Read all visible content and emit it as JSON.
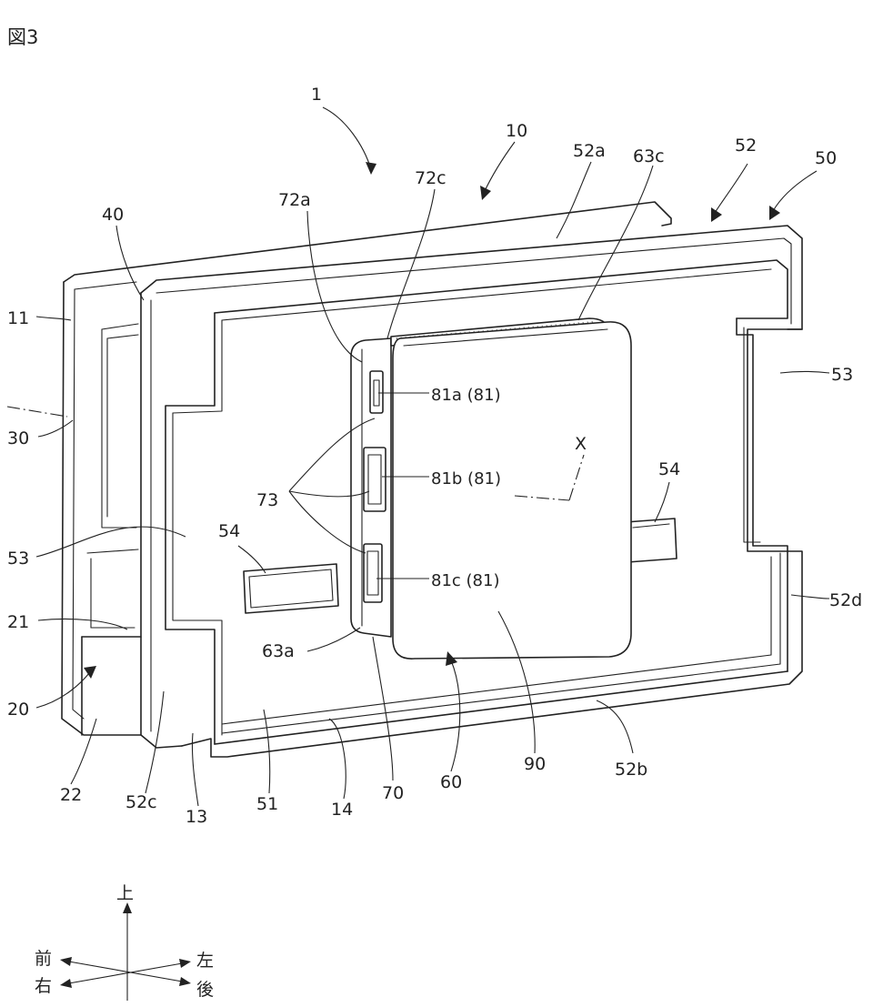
{
  "figure": {
    "title": "図3"
  },
  "labels": {
    "l1": "1",
    "l10": "10",
    "l11": "11",
    "l13": "13",
    "l14": "14",
    "l20": "20",
    "l21": "21",
    "l22": "22",
    "l30": "30",
    "l40": "40",
    "l50": "50",
    "l51": "51",
    "l52": "52",
    "l52a": "52a",
    "l52b": "52b",
    "l52c": "52c",
    "l52d": "52d",
    "l53_left": "53",
    "l53_right": "53",
    "l54_left": "54",
    "l54_right": "54",
    "l60": "60",
    "l63a": "63a",
    "l63c": "63c",
    "l70": "70",
    "l72a": "72a",
    "l72c": "72c",
    "l73": "73",
    "l81a": "81a (81)",
    "l81b": "81b (81)",
    "l81c": "81c (81)",
    "l90": "90",
    "lX": "X"
  },
  "directions": {
    "up": "上",
    "front": "前",
    "right": "右",
    "left": "左",
    "rear": "後"
  }
}
